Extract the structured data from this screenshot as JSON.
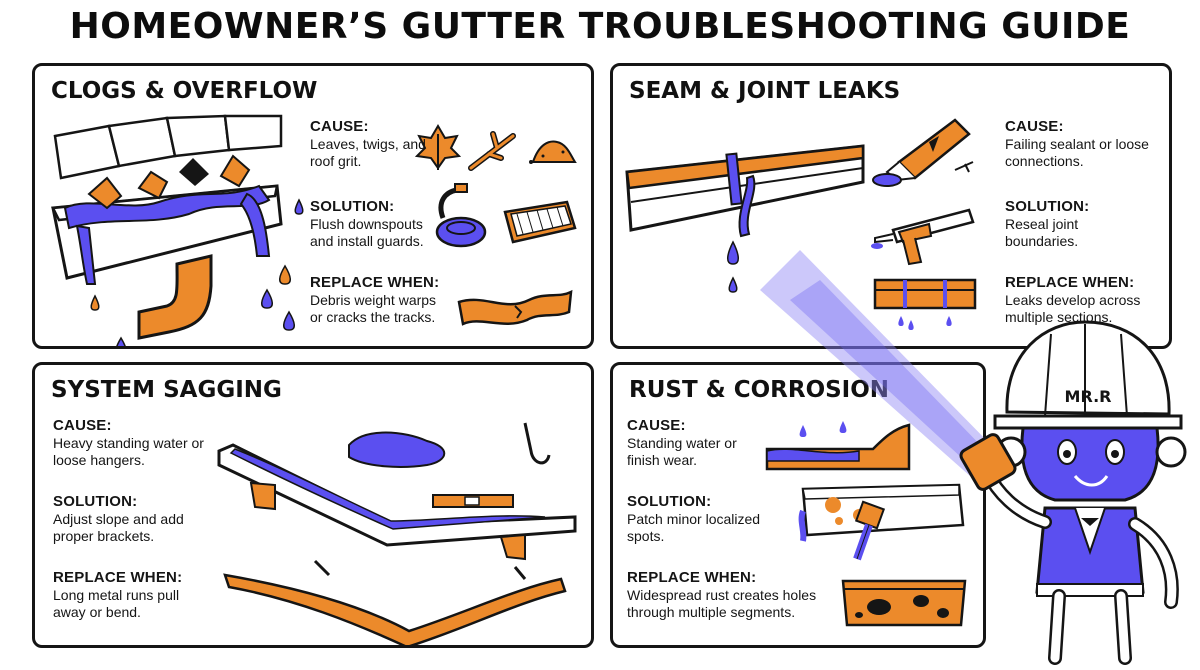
{
  "title": "HOMEOWNER’S GUTTER TROUBLESHOOTING GUIDE",
  "colors": {
    "accent_blue": "#5b4ff0",
    "accent_orange": "#ec8a2b",
    "outline": "#151515"
  },
  "panels": {
    "clogs": {
      "title": "CLOGS & OVERFLOW",
      "cause_label": "CAUSE:",
      "cause": "Leaves, twigs, and roof grit.",
      "solution_label": "SOLUTION:",
      "solution": "Flush downspouts and install guards.",
      "replace_label": "REPLACE WHEN:",
      "replace": "Debris weight warps or cracks the tracks."
    },
    "seams": {
      "title": "SEAM & JOINT LEAKS",
      "cause_label": "CAUSE:",
      "cause": "Failing sealant or loose connections.",
      "solution_label": "SOLUTION:",
      "solution": "Reseal joint boundaries.",
      "replace_label": "REPLACE WHEN:",
      "replace": "Leaks develop across multiple sections."
    },
    "sagging": {
      "title": "SYSTEM SAGGING",
      "cause_label": "CAUSE:",
      "cause": "Heavy standing water or loose hangers.",
      "solution_label": "SOLUTION:",
      "solution": "Adjust slope and add proper brackets.",
      "replace_label": "REPLACE WHEN:",
      "replace": "Long metal runs pull away or bend."
    },
    "rust": {
      "title": "RUST & CORROSION",
      "cause_label": "CAUSE:",
      "cause": "Standing water or finish wear.",
      "solution_label": "SOLUTION:",
      "solution": "Patch minor localized spots.",
      "replace_label": "REPLACE WHEN:",
      "replace": "Widespread rust creates holes through multiple segments."
    }
  },
  "mascot": {
    "helmet_text": "MR.R"
  }
}
